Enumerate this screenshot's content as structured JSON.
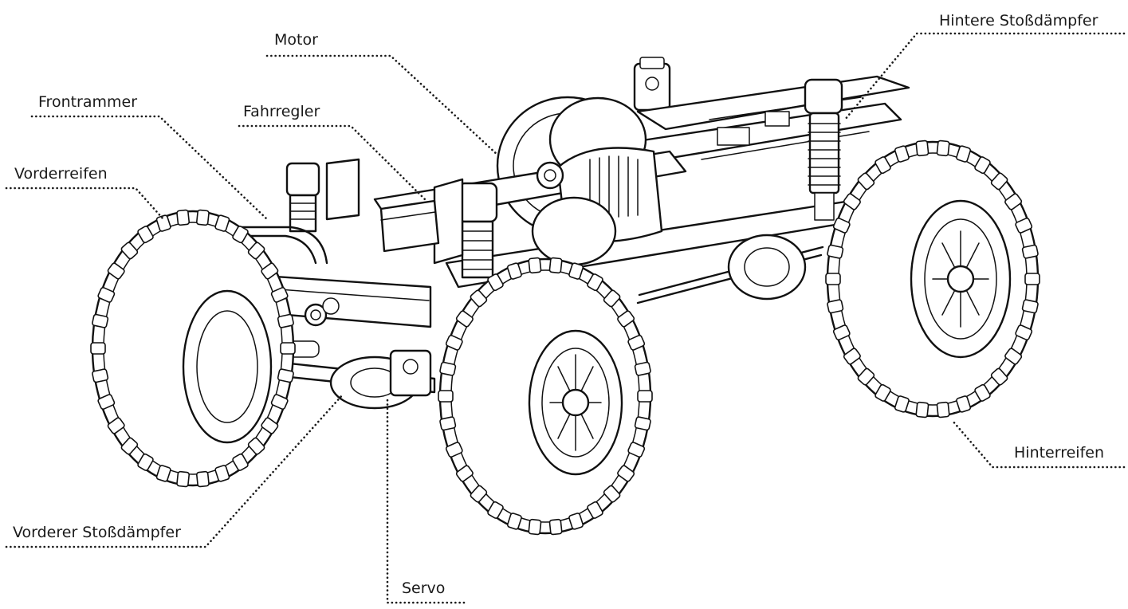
{
  "diagram": {
    "labels": {
      "motor": "Motor",
      "hintere_stossdaempfer": "Hintere Stoßdämpfer",
      "frontrammer": "Frontrammer",
      "fahrregler": "Fahrregler",
      "vorderreifen": "Vorderreifen",
      "hinterreifen": "Hinterreifen",
      "vorderer_stossdaempfer": "Vorderer Stoßdämpfer",
      "servo": "Servo"
    },
    "colors": {
      "ink": "#111111",
      "background": "#ffffff"
    }
  }
}
